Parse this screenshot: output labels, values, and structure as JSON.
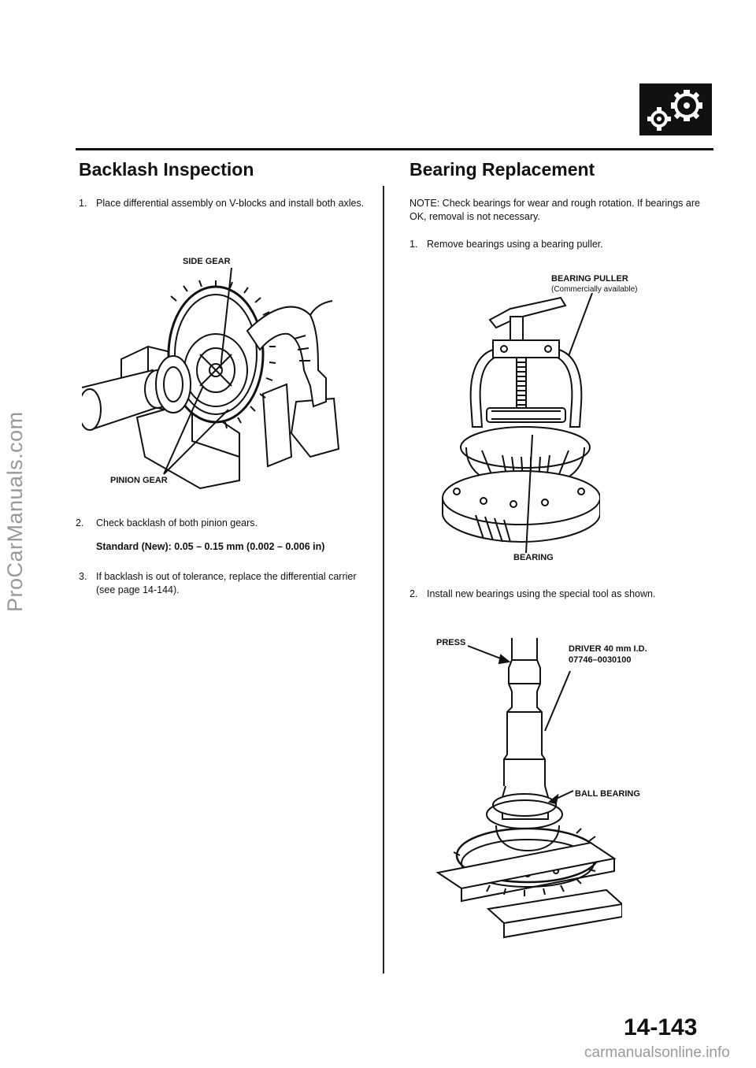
{
  "watermark_side": "ProCarManuals.com",
  "watermark_footer": "carmanualsonline.info",
  "page_number": "14-143",
  "left": {
    "title": "Backlash Inspection",
    "step1_num": "1.",
    "step1_text": "Place differential assembly on V-blocks and install both axles.",
    "label_side_gear": "SIDE GEAR",
    "label_pinion_gear": "PINION GEAR",
    "step2_num": "2.",
    "step2_text": "Check backlash of both pinion gears.",
    "standard": "Standard (New): 0.05 – 0.15 mm (0.002 – 0.006 in)",
    "step3_num": "3.",
    "step3_text": "If backlash is out of tolerance, replace the differential carrier (see page 14-144)."
  },
  "right": {
    "title": "Bearing Replacement",
    "note": "NOTE: Check bearings for wear and rough rotation. If bearings are OK, removal is not necessary.",
    "step1_num": "1.",
    "step1_text": "Remove bearings using a bearing puller.",
    "label_puller": "BEARING PULLER",
    "label_puller_sub": "(Commercially available)",
    "label_bearing": "BEARING",
    "step2_num": "2.",
    "step2_text": "Install new bearings using the special tool as shown.",
    "label_press": "PRESS",
    "label_driver": "DRIVER 40 mm I.D.",
    "label_driver_part": "07746–0030100",
    "label_ball_bearing": "BALL BEARING"
  },
  "icons": {
    "section_icon": "gear-section-icon"
  }
}
